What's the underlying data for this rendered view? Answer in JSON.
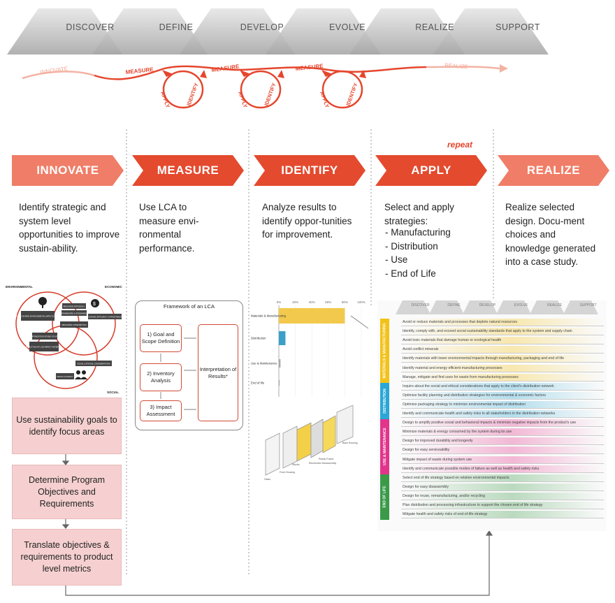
{
  "phases": [
    "DISCOVER",
    "DEFINE",
    "DEVELOP",
    "EVOLVE",
    "REALIZE",
    "SUPPORT"
  ],
  "flow": {
    "innovate": "INNOVATE",
    "measure": "MEASURE",
    "apply": "APPLY",
    "identify": "IDENTIFY",
    "realize": "REALIZE",
    "repeat": "repeat"
  },
  "steps": [
    {
      "label": "INNOVATE",
      "text": "Identify strategic and system level opportunities to improve sustain-ability."
    },
    {
      "label": "MEASURE",
      "text": "Use LCA to measure envi-ronmental performance."
    },
    {
      "label": "IDENTIFY",
      "text": "Analyze results to identify oppor-tunities for improvement."
    },
    {
      "label": "APPLY",
      "text": "Select and apply strategies:"
    },
    {
      "label": "REALIZE",
      "text": "Realize selected design. Docu-ment choices and knowledge generated into a case study."
    }
  ],
  "apply_list": [
    "- Manufacturing",
    "- Distribution",
    "- Use",
    "- End of Life"
  ],
  "venn": {
    "environmental": "ENVIRONMENTAL",
    "economic": "ECONOMIC",
    "social": "SOCIAL",
    "items": [
      "CONSIDERING MARINE ENVIRONMENTAL IMPACTS FROM WASTE",
      "RESOURCE EFFICIENCY",
      "FRAMEWORK & STANDARDS",
      "ECONOMIC EFFICIENCY & PROFITABILITY",
      "RESOURCE CONSUMPTION",
      "OPTIMIZATION OF END OF LIFE",
      "REDUCTION OF LOW IMPACT MATERIALS",
      "SOCIAL & ETHICAL CONSIDERATIONS",
      "HEALTH & SAFETY"
    ]
  },
  "process_boxes": [
    "Use sustainability goals to identify focus areas",
    "Determine Program Objectives and Requirements",
    "Translate objectives & requirements to product level metrics"
  ],
  "lca": {
    "title": "Framework of an LCA",
    "goal": "1) Goal and Scope Definition",
    "inventory": "2) Inventory Analysis",
    "impact": "3) Impact Assessment",
    "interpretation": "Interpretation of Results*"
  },
  "chart_data": {
    "type": "bar",
    "orientation": "horizontal",
    "categories": [
      "Materials & Manufacturing",
      "Distribution",
      "Use & Maintenance",
      "End of life"
    ],
    "values": [
      80,
      8,
      2,
      1
    ],
    "x_ticks": [
      "0%",
      "20%",
      "40%",
      "60%",
      "80%",
      "100%"
    ],
    "xlim": [
      0,
      100
    ],
    "colors": [
      "#f2c94c",
      "#3aa0c8",
      "#a9a9a9",
      "#a9a9a9"
    ]
  },
  "exploded": {
    "labels": [
      "Glass",
      "Front Housing",
      "Stocks",
      "Electronics Subassembly",
      "Plastic Frame",
      "Back Housing"
    ]
  },
  "strategy_tabs": [
    "DISCOVER",
    "DEFINE",
    "DEVELOP",
    "EVOLVE",
    "REALIZE",
    "SUPPORT"
  ],
  "strategy": {
    "categories": [
      {
        "label": "MATERIALS & MANUFACTURING",
        "color": "#f2c21a"
      },
      {
        "label": "DISTRIBUTION",
        "color": "#2aa7d6"
      },
      {
        "label": "USE & MAINTENANCE",
        "color": "#e2348b"
      },
      {
        "label": "END OF LIFE",
        "color": "#3a9a48"
      }
    ],
    "rows": [
      "Avoid or reduce materials and processes that deplete natural resources",
      "Identify, comply with, and exceed social sustainability standards that apply to the system and supply chain",
      "Avoid toxic materials that damage human or ecological health",
      "Avoid conflict minerals",
      "Identify materials with lower environmental impacts through manufacturing, packaging and end of life",
      "Identify material and energy efficient manufacturing processes",
      "Manage, mitigate and find uses for waste from manufacturing processes",
      "Inquire about the social and ethical considerations that apply to the client's distribution network",
      "Optimize facility planning and distribution strategies for environmental & economic factors",
      "Optimize packaging strategy to minimize environmental impact of distribution",
      "Identify and communicate health and safety risks to all stakeholders in the distribution networks",
      "Design to amplify positive social and behavioral impacts & minimize negative impacts from the product's use",
      "Minimize materials & energy consumed by the system during its use",
      "Design for improved durability and longevity",
      "Design for easy serviceability",
      "Mitigate impact of waste during system use",
      "Identify and communicate possible modes of failure as well as health and safety risks",
      "Select end of life strategy based on relative environmental impacts",
      "Design for easy disassembly",
      "Design for reuse, remanufacturing, and/or recycling",
      "Plan distribution and processing infrastructure to support the chosen end of life strategy",
      "Mitigate health and safety risks of end-of-life strategy"
    ]
  }
}
